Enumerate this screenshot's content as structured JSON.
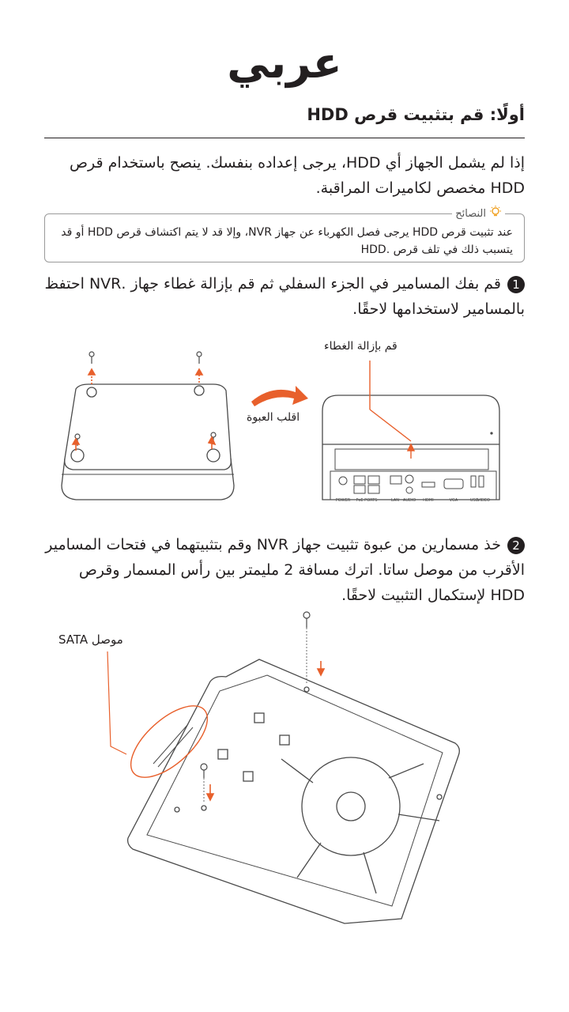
{
  "page_title": "عربي",
  "section_title": "أولًا: قم بتثبيت قرص HDD",
  "intro_text": "إذا لم يشمل الجهاز أي HDD، يرجى إعداده بنفسك.  ينصح باستخدام قرص HDD مخصص لكاميرات المراقبة.",
  "tips": {
    "label": "النصائح",
    "text": "عند تثبيت قرص HDD يرجى فصل الكهرباء عن جهاز NVR، وإلا قد لا يتم اكتشاف قرص HDD أو قد يتسبب ذلك في تلف قرص .HDD"
  },
  "steps": [
    {
      "number": "1",
      "text": "قم بفك المسامير في الجزء السفلي ثم قم بإزالة غطاء جهاز .NVR احتفظ بالمسامير لاستخدامها لاحقًا."
    },
    {
      "number": "2",
      "text": "خذ مسمارين من عبوة تثبيت جهاز NVR وقم بتثبيتهما في فتحات المسامير الأقرب من موصل ساتا. اترك مسافة 2 مليمتر بين رأس المسمار وقرص HDD لإستكمال التثبيت لاحقًا."
    }
  ],
  "figure1": {
    "remove_cover_label": "قم بإزالة الغطاء",
    "flip_label": "اقلب العبوة",
    "port_labels": [
      "POWER",
      "PoE PORTS",
      "LAN",
      "AUDIO",
      "HDMI",
      "VGA",
      "USB",
      "VIDEO"
    ]
  },
  "figure2": {
    "sata_label": "موصل SATA"
  },
  "colors": {
    "accent": "#e8602c",
    "text": "#231f20",
    "line": "#4a4a4a",
    "tip_icon": "#f0a020"
  }
}
